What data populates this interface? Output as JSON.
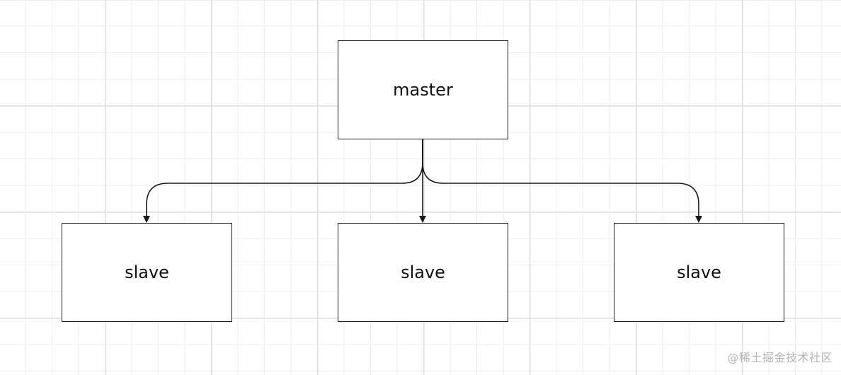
{
  "diagram": {
    "nodes": [
      {
        "id": "master",
        "label": "master"
      },
      {
        "id": "slave-1",
        "label": "slave"
      },
      {
        "id": "slave-2",
        "label": "slave"
      },
      {
        "id": "slave-3",
        "label": "slave"
      }
    ],
    "edges": [
      {
        "from": "master",
        "to": "slave-1"
      },
      {
        "from": "master",
        "to": "slave-2"
      },
      {
        "from": "master",
        "to": "slave-3"
      }
    ],
    "colors": {
      "stroke": "#1a1a1a",
      "node_fill": "#ffffff",
      "grid_major": "#dddddd",
      "grid_minor": "#eeeeee",
      "watermark": "#b3b3b3"
    }
  },
  "watermark": "@稀土掘金技术社区"
}
